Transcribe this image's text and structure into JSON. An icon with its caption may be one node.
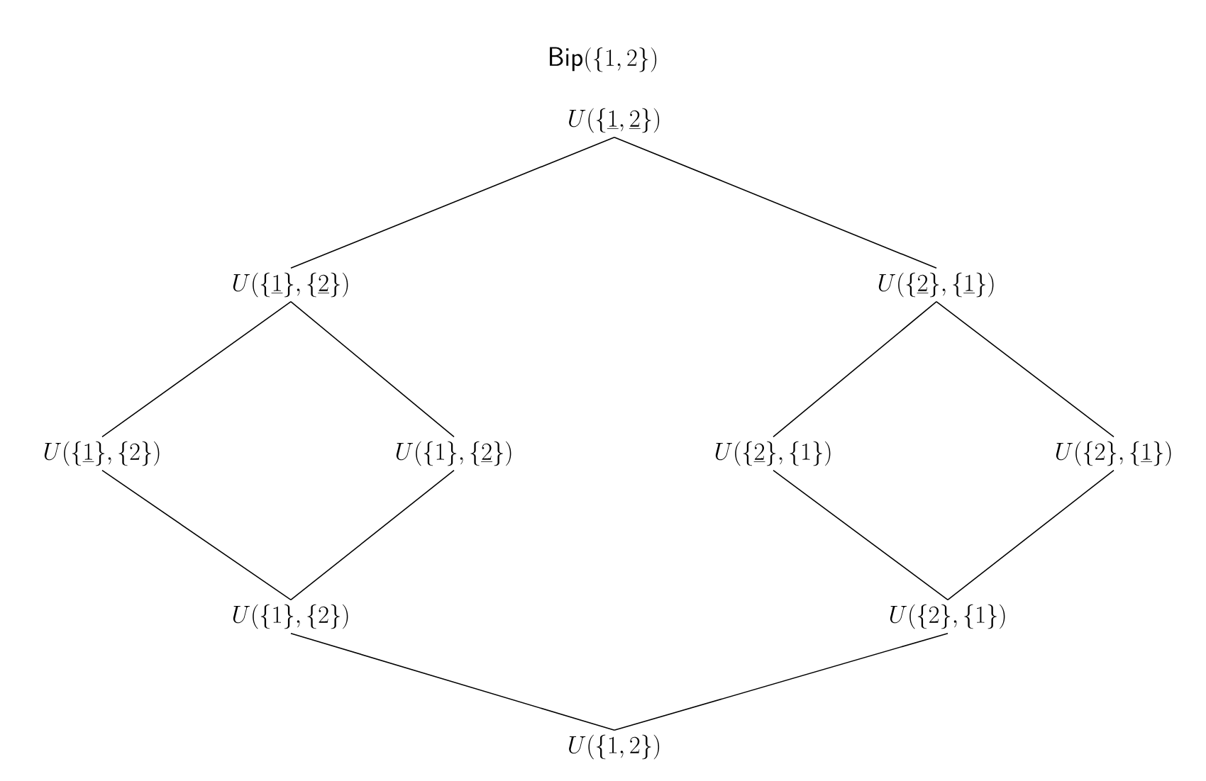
{
  "diagram": {
    "title": "\\mathsf{Bip}(\\{1,2\\})",
    "nodes": [
      {
        "text": [
          "U(\\{\\underline{1},\\underline{2}\\})"
        ]
      },
      {
        "text": [
          "U(\\{\\underline{1}\\},\\{\\underline{2}\\})"
        ]
      },
      {
        "text": [
          "U(\\{\\underline{2}\\},\\{\\underline{1}\\})"
        ]
      },
      {
        "text": [
          "U(\\{\\underline{1}\\},\\{2\\})"
        ]
      },
      {
        "text": [
          "U(\\{1\\},\\{\\underline{2}\\})"
        ]
      },
      {
        "text": [
          "U(\\{\\underline{2}\\},\\{1\\})"
        ]
      },
      {
        "text": [
          "U(\\{2\\},\\{\\underline{1}\\})"
        ]
      },
      {
        "text": [
          "U(\\{1\\},\\{2\\})"
        ]
      },
      {
        "text": [
          "U(\\{2\\},\\{1\\})"
        ]
      },
      {
        "text": [
          "U(\\{1,2\\})"
        ]
      }
    ],
    "edges": [
      {
        "from": 0,
        "to": 1,
        "arrow": "none"
      },
      {
        "from": 0,
        "to": 2,
        "arrow": "none"
      },
      {
        "from": 1,
        "to": 3,
        "arrow": "none"
      },
      {
        "from": 1,
        "to": 4,
        "arrow": "none"
      },
      {
        "from": 2,
        "to": 5,
        "arrow": "none"
      },
      {
        "from": 2,
        "to": 6,
        "arrow": "none"
      },
      {
        "from": 3,
        "to": 7,
        "arrow": "none"
      },
      {
        "from": 4,
        "to": 7,
        "arrow": "none"
      },
      {
        "from": 5,
        "to": 8,
        "arrow": "none"
      },
      {
        "from": 6,
        "to": 8,
        "arrow": "none"
      },
      {
        "from": 7,
        "to": 9,
        "arrow": "none"
      },
      {
        "from": 8,
        "to": 9,
        "arrow": "none"
      }
    ]
  }
}
